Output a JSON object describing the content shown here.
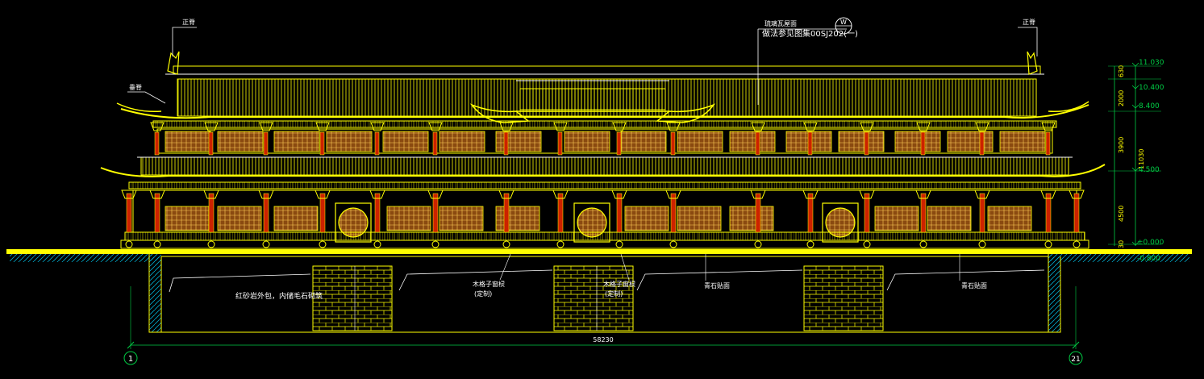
{
  "colors": {
    "background": "#000000",
    "primary_line": "#ffff00",
    "accent_line": "#ffffff",
    "column": "#cc2200",
    "panel": "#8a4a10",
    "dimension": "#00cc44",
    "hatch": "#00aacc"
  },
  "labels": {
    "ridge_left": "正脊",
    "ridge_right": "正脊",
    "eave_left": "垂脊",
    "roof_tile_title": "琉璃瓦屋面",
    "roof_tile_ref": "做法参见图集00SJ202(一)",
    "callout_num": "W",
    "wall_note": "红砂岩外包，内储毛石砌筑",
    "door_left": "木格子窗棂",
    "door_left_sub": "(定制)",
    "door_mid": "木格子窗棂",
    "door_mid_sub": "(定制)",
    "stone_left": "青石贴面",
    "stone_right": "青石贴面"
  },
  "elevations": {
    "e1": "11.030",
    "e2": "10.400",
    "e3": "8.400",
    "e4": "4.500",
    "e5": "±0.000",
    "e6": "-0.800"
  },
  "dims": {
    "d1": "630",
    "d2": "2000",
    "d3": "3900",
    "d4": "4500",
    "d5": "30",
    "total_height": "11030",
    "total_width": "58230"
  },
  "axes": {
    "left": "1",
    "right": "21"
  }
}
